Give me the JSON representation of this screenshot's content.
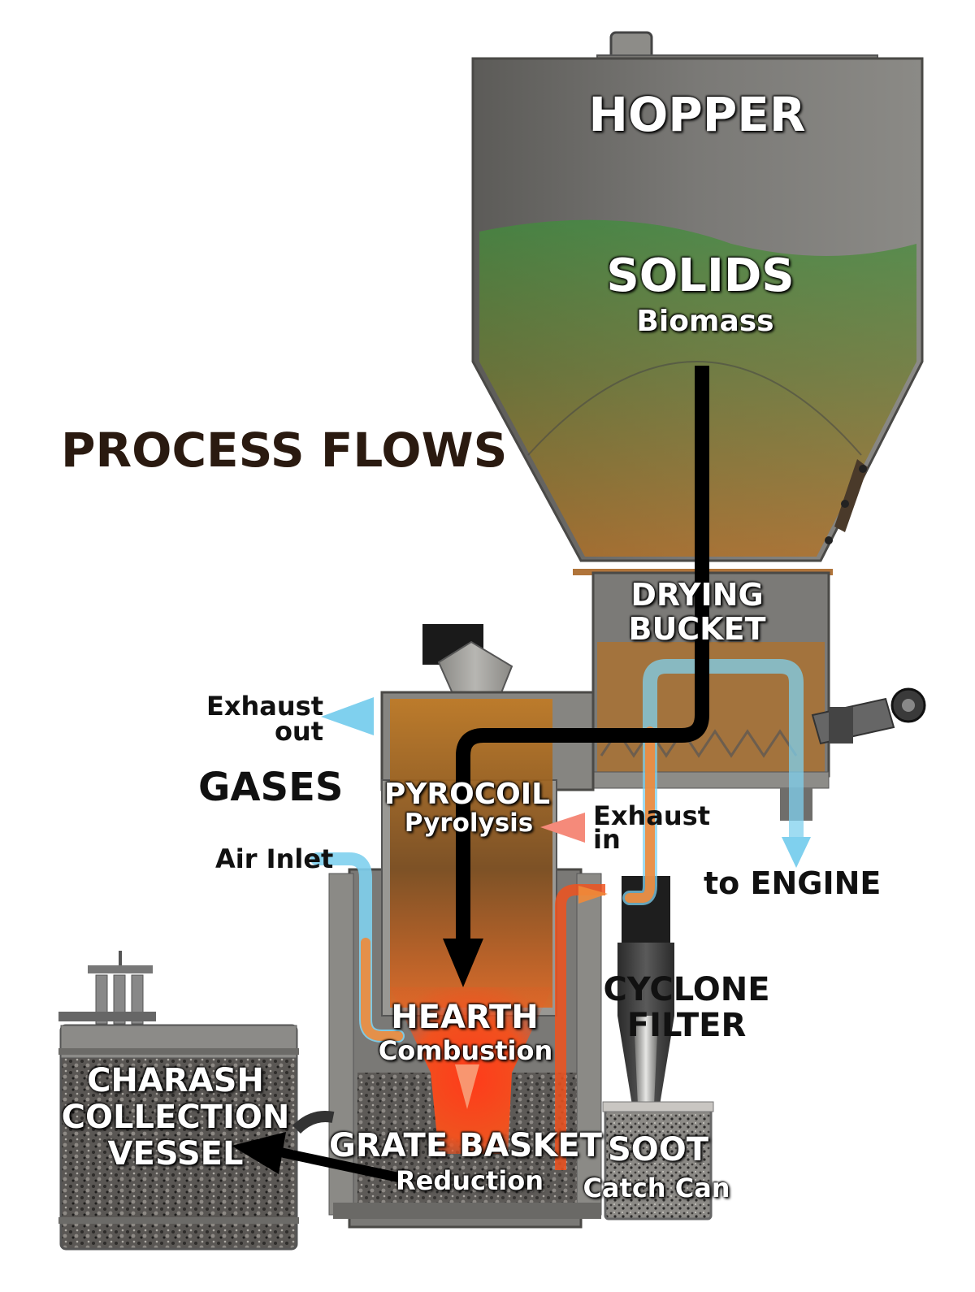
{
  "title": "PROCESS FLOWS",
  "labels": {
    "hopper": "HOPPER",
    "solids": "SOLIDS",
    "biomass": "Biomass",
    "drying_line1": "DRYING",
    "drying_line2": "BUCKET",
    "exhaust_out_line1": "Exhaust",
    "exhaust_out_line2": "out",
    "gases": "GASES",
    "pyrocoil": "PYROCOIL",
    "pyrolysis": "Pyrolysis",
    "exhaust_in_line1": "Exhaust",
    "exhaust_in_line2": "in",
    "air_inlet": "Air Inlet",
    "to_engine": "to ENGINE",
    "cyclone_line1": "CYCLONE",
    "cyclone_line2": "FILTER",
    "hearth": "HEARTH",
    "combustion": "Combustion",
    "charash_line1": "CHARASH",
    "charash_line2": "COLLECTION",
    "charash_line3": "VESSEL",
    "grate_basket": "GRATE BASKET",
    "reduction": "Reduction",
    "soot": "SOOT",
    "catch_can": "Catch Can"
  },
  "colors": {
    "solids_flow": "#000000",
    "gas_cool": "#7fd0ee",
    "gas_hot": "#f08a3a",
    "exhaust_in": "#f58a7a",
    "metal": "#6f6e6b",
    "biomass_green": "#3e8f3a",
    "biomass_orange": "#b8701e",
    "combustion_red": "#ef3a1e"
  }
}
